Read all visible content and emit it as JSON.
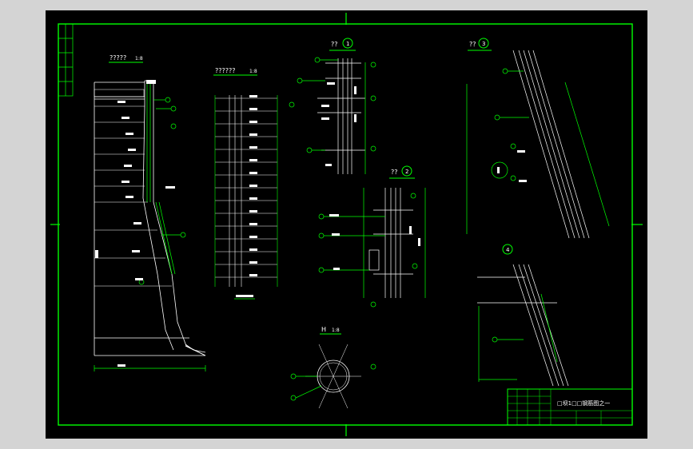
{
  "drawing": {
    "colors": {
      "background": "#000000",
      "border": "#00ff00",
      "line": "#ffffff",
      "dim": "#00ff00",
      "accent": "#ff0000",
      "window": "#d4d4d4"
    },
    "views": {
      "main_elevation": {
        "title": "?????",
        "scale": "1:8"
      },
      "reinforcement_table": {
        "title": "??????",
        "scale": "1:8"
      },
      "detail_1": {
        "title": "??",
        "callout": "1"
      },
      "detail_2": {
        "title": "??",
        "callout": "2"
      },
      "detail_3": {
        "title": "",
        "callout": "3"
      },
      "detail_4": {
        "title": "",
        "callout": "4"
      },
      "section_h": {
        "title": "H",
        "scale": "1:8"
      }
    },
    "title_block": {
      "drawing_title": "□坝1□□钢筋图之一"
    }
  }
}
